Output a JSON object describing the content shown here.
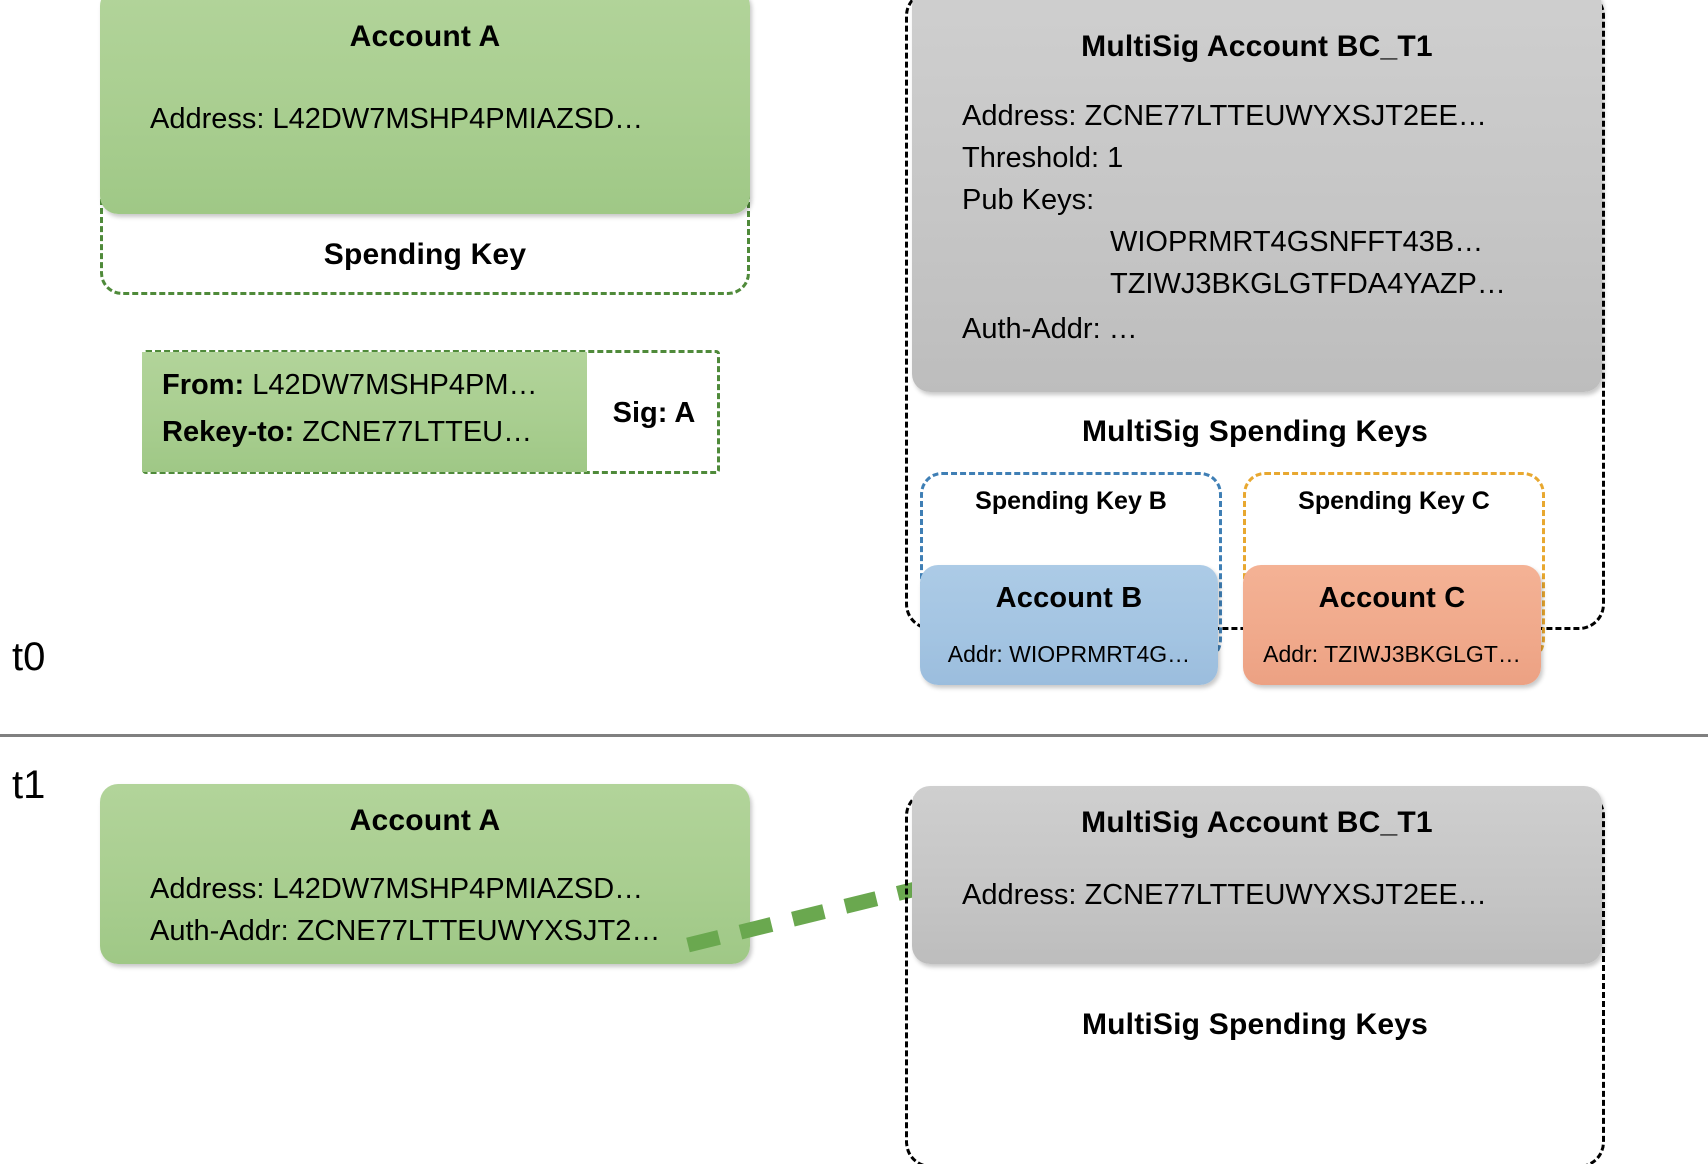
{
  "diagram": {
    "title_semantic": "algorand-rekey-multisig-diagram",
    "colors": {
      "account_a": "#a9ce90",
      "multisig": "#c6c6c6",
      "account_b": "#a3c4e2",
      "account_c": "#f0a98b",
      "spending_key_green_border": "#4f8a3a",
      "spending_key_b_border": "#3f7fb5",
      "spending_key_c_border": "#e8a830",
      "arrow": "#6aa84f",
      "divider": "#808080"
    }
  },
  "timeline": {
    "t0_label": "t0",
    "t1_label": "t1"
  },
  "t0": {
    "account_a": {
      "title": "Account A",
      "address_line": "Address: L42DW7MSHP4PMIAZSD…",
      "spending_key_label": "Spending Key"
    },
    "transaction": {
      "from_label": "From:",
      "from_value": "L42DW7MSHP4PM…",
      "rekey_label": "Rekey-to:",
      "rekey_value": "ZCNE77LTTEU…",
      "sig_label": "Sig: A"
    },
    "multisig": {
      "title": "MultiSig Account BC_T1",
      "address_line": "Address: ZCNE77LTTEUWYXSJT2EE…",
      "threshold_line": "Threshold: 1",
      "pubkeys_label": "Pub Keys:",
      "pubkeys": [
        "WIOPRMRT4GSNFFT43B…",
        "TZIWJ3BKGLGTFDA4YAZP…"
      ],
      "auth_addr_line": "Auth-Addr: …",
      "spending_keys_label": "MultiSig Spending Keys",
      "spending_key_b_label": "Spending Key B",
      "spending_key_c_label": "Spending Key C",
      "account_b": {
        "title": "Account B",
        "address_line": "Addr: WIOPRMRT4G…"
      },
      "account_c": {
        "title": "Account C",
        "address_line": "Addr: TZIWJ3BKGLGT…"
      }
    }
  },
  "t1": {
    "account_a": {
      "title": "Account A",
      "address_line": "Address: L42DW7MSHP4PMIAZSD…",
      "auth_addr_line": "Auth-Addr: ZCNE77LTTEUWYXSJT2…"
    },
    "multisig": {
      "title": "MultiSig Account BC_T1",
      "address_line": "Address: ZCNE77LTTEUWYXSJT2EE…",
      "spending_keys_label": "MultiSig Spending Keys"
    },
    "arrow_name": "rekey-arrow"
  }
}
